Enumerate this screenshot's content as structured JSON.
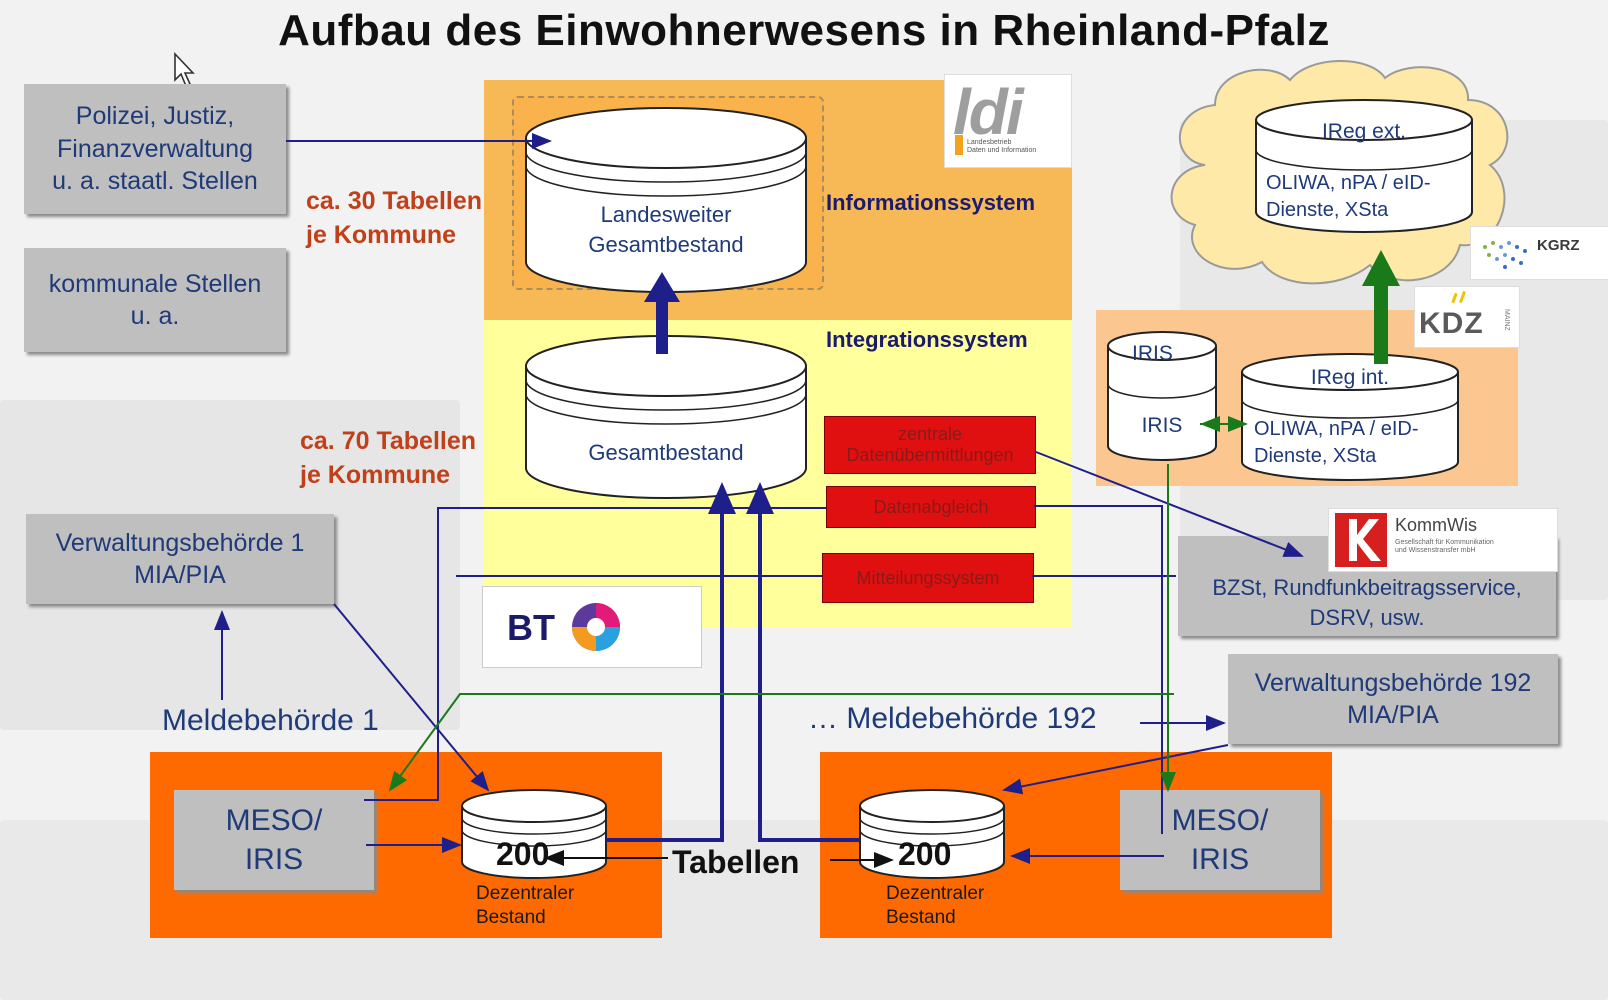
{
  "title": "Aufbau des Einwohnerwesens in Rheinland-Pfalz",
  "left_boxes": {
    "polizei": "Polizei, Justiz,\nFinanzverwaltung\nu. a. staatl. Stellen",
    "kommunal": "kommunale Stellen\nu. a."
  },
  "central": {
    "tables_30": "ca. 30 Tabellen\nje Kommune",
    "tables_70": "ca. 70 Tabellen\nje Kommune",
    "info_system": "Informationssystem",
    "integration_system": "Integrationssystem",
    "db_landesweit": "Landesweiter\nGesamtbestand",
    "db_gesamt": "Gesamtbestand",
    "red_zentrale": "zentrale\nDatenübermittlungen",
    "red_abgleich": "Datenabgleich",
    "red_mitteilung": "Mitteilungssystem"
  },
  "logos": {
    "ldi": "ldi",
    "ldi_sub": "Landesbetrieb\nDaten und Information",
    "bt": "BT",
    "kgrz": "KGRZ",
    "kdz": "KDZ",
    "kdz_side": "MAINZ",
    "kommwis": "KommWis",
    "kommwis_sub": "Gesellschaft für Kommunikation\nund Wissenstransfer mbH"
  },
  "cloud": {
    "db_title": "IReg ext.",
    "db_text": "OLIWA,  nPA / eID-\nDienste, XSta"
  },
  "kdz_box": {
    "iris_top": "IRIS",
    "iris_mid": "IRIS",
    "ireg_title": "IReg int.",
    "ireg_text": "OLIWA,  nPA / eID-\nDienste, XSta"
  },
  "dritte": "Dritte,\nBZSt, Rundfunkbeitragsservice,\nDSRV, usw.",
  "verwaltung_1": "Verwaltungsbehörde  1\nMIA/PIA",
  "verwaltung_192": "Verwaltungsbehörde  192\nMIA/PIA",
  "melde_1": "Meldebehörde 1",
  "melde_192": "… Meldebehörde 192",
  "bottom_left": {
    "meso": "MESO/\nIRIS",
    "db_value": "200",
    "db_label": "Dezentraler\nBestand"
  },
  "bottom_right": {
    "meso": "MESO/\nIRIS",
    "db_value": "200",
    "db_label": "Dezentraler\nBestand"
  },
  "tabellen": "Tabellen",
  "colors": {
    "orange_top": "#f7b955",
    "yellow": "#ffff9c",
    "orange_bottom": "#ff6a00",
    "peach": "#fbc68f",
    "red": "#e01010",
    "navy": "#1f1f8c",
    "green": "#1a7a1a"
  }
}
